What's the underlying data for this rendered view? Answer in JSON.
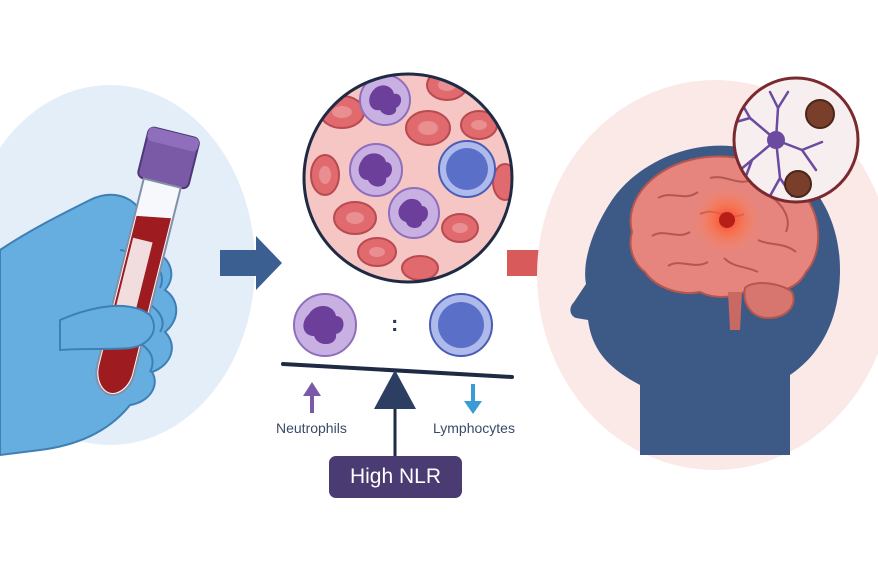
{
  "labels": {
    "neutrophils": "Neutrophils",
    "lymphocytes": "Lymphocytes",
    "ratio_separator": ":",
    "result": "High NLR"
  },
  "colors": {
    "blood": "#9e1b1f",
    "tube_cap": "#7a5aa6",
    "glove": "#5fa8dc",
    "neutrophil": "#b89bd6",
    "lymphocyte": "#5a6fc8",
    "rbc": "#e06a6e",
    "arrow_blue": "#3c5f92",
    "arrow_red": "#d85a5a",
    "head": "#3d5a87",
    "brain": "#e6857d",
    "badge": "#4a3b72",
    "up_arrow": "#7a5aa6",
    "down_arrow": "#3a9bd6"
  },
  "icons": [
    "test-tube-icon",
    "gloved-hand-icon",
    "blood-smear-icon",
    "balance-scale-icon",
    "head-profile-icon",
    "brain-icon",
    "neuron-icon"
  ]
}
